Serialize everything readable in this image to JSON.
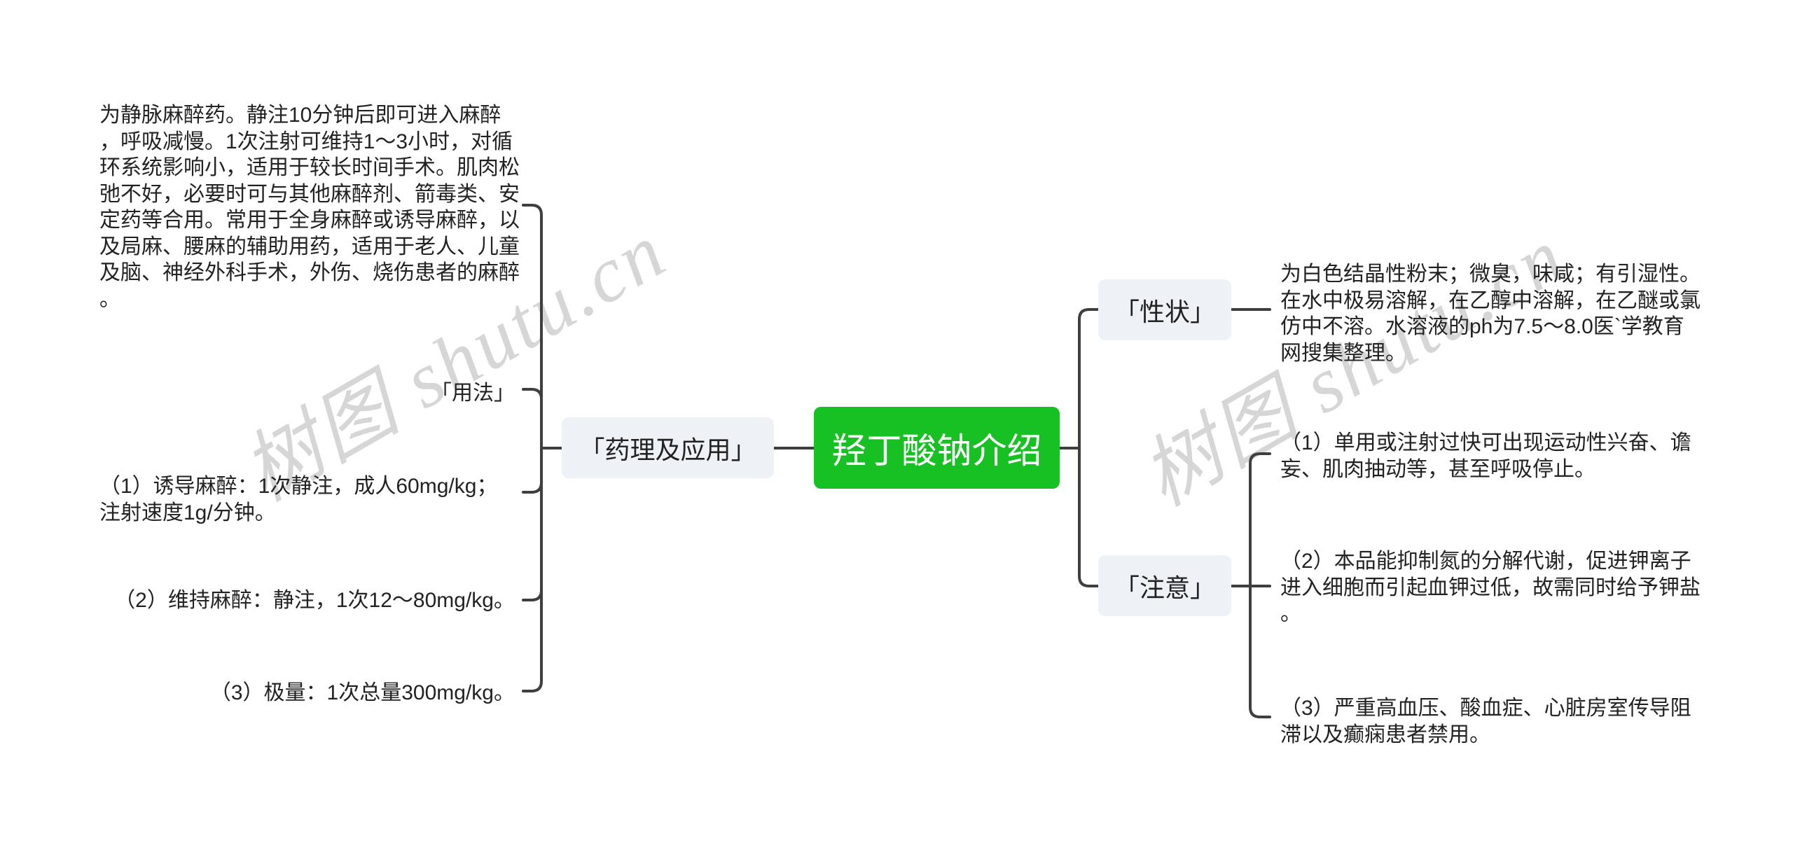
{
  "mindmap": {
    "root": {
      "label": "羟丁酸钠介绍"
    },
    "left_branch": {
      "label": "「药理及应用」",
      "children": [
        {
          "text": "为静脉麻醉药。静注10分钟后即可进入麻醉\n，呼吸减慢。1次注射可维持1～3小时，对循\n环系统影响小，适用于较长时间手术。肌肉松\n弛不好，必要时可与其他麻醉剂、箭毒类、安\n定药等合用。常用于全身麻醉或诱导麻醉，以\n及局麻、腰麻的辅助用药，适用于老人、儿童\n及脑、神经外科手术，外伤、烧伤患者的麻醉\n。"
        },
        {
          "text": "「用法」"
        },
        {
          "text": "（1）诱导麻醉：1次静注，成人60mg/kg；\n注射速度1g/分钟。"
        },
        {
          "text": "（2）维持麻醉：静注，1次12～80mg/kg。"
        },
        {
          "text": "（3）极量：1次总量300mg/kg。"
        }
      ]
    },
    "right_branches": [
      {
        "label": "「性状」",
        "children": [
          {
            "text": "为白色结晶性粉末；微臭，味咸；有引湿性。\n在水中极易溶解，在乙醇中溶解，在乙醚或氯\n仿中不溶。水溶液的ph为7.5～8.0医`学教育\n网搜集整理。"
          }
        ]
      },
      {
        "label": "「注意」",
        "children": [
          {
            "text": "（1）单用或注射过快可出现运动性兴奋、谵\n妄、肌肉抽动等，甚至呼吸停止。"
          },
          {
            "text": "（2）本品能抑制氮的分解代谢，促进钾离子\n进入细胞而引起血钾过低，故需同时给予钾盐\n。"
          },
          {
            "text": "（3）严重高血压、酸血症、心脏房室传导阻\n滞以及癫痫患者禁用。"
          }
        ]
      }
    ]
  },
  "watermarks": [
    "树图 shutu.cn",
    "树图 shutu.cn"
  ],
  "colors": {
    "root_fill": "#18c123",
    "root_text": "#ffffff",
    "branch_fill": "#eef1f5",
    "text": "#222222",
    "connector": "#3f3f3f",
    "watermark": "#d6d6d6",
    "background": "#ffffff"
  }
}
